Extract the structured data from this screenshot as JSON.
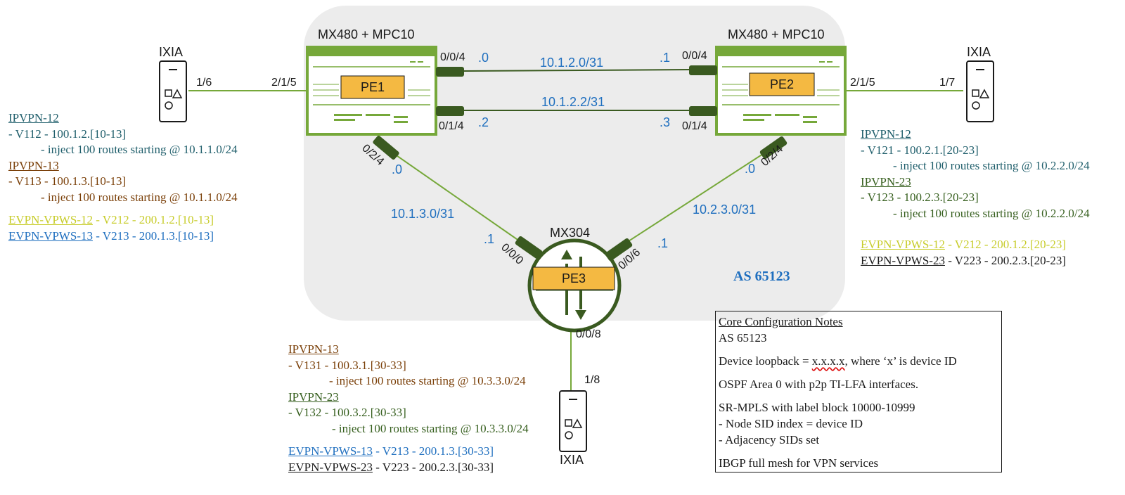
{
  "core": {
    "as_label": "AS 65123",
    "pe1_platform": "MX480 + MPC10",
    "pe2_platform": "MX480 + MPC10",
    "pe3_platform": "MX304",
    "pe1": "PE1",
    "pe2": "PE2",
    "pe3": "PE3"
  },
  "ixia": {
    "left": {
      "label": "IXIA",
      "port": "1/6",
      "pe_port": "2/1/5"
    },
    "right": {
      "label": "IXIA",
      "port": "1/7",
      "pe_port": "2/1/5"
    },
    "bottom": {
      "label": "IXIA",
      "port": "1/8",
      "pe_port": "0/0/8"
    }
  },
  "links": {
    "l1": {
      "subnet": "10.1.2.0/31",
      "a_port": "0/0/4",
      "a_ip": ".0",
      "b_port": "0/0/4",
      "b_ip": ".1"
    },
    "l2": {
      "subnet": "10.1.2.2/31",
      "a_port": "0/1/4",
      "a_ip": ".2",
      "b_port": "0/1/4",
      "b_ip": ".3"
    },
    "l3": {
      "subnet": "10.1.3.0/31",
      "a_port": "0/2/4",
      "a_ip": ".0",
      "b_port": "0/0/0",
      "b_ip": ".1"
    },
    "l4": {
      "subnet": "10.2.3.0/31",
      "a_port": "0/2/4",
      "a_ip": ".0",
      "b_port": "0/0/6",
      "b_ip": ".1"
    }
  },
  "services_pe1": {
    "ipvpn12_title": "IPVPN-12",
    "ipvpn12_vlan": "- V112 - 100.1.2.[10-13]",
    "ipvpn12_inject": "- inject 100 routes starting @ 10.1.1.0/24",
    "ipvpn13_title": "IPVPN-13",
    "ipvpn13_vlan": "- V113 - 100.1.3.[10-13]",
    "ipvpn13_inject": "- inject 100 routes starting @ 10.1.1.0/24",
    "vpws12_title": "EVPN-VPWS-12",
    "vpws12_rest": " - V212 - 200.1.2.[10-13]",
    "vpws13_title": "EVPN-VPWS-13",
    "vpws13_rest": " - V213 - 200.1.3.[10-13]"
  },
  "services_pe2": {
    "ipvpn12_title": "IPVPN-12",
    "ipvpn12_vlan": "- V121 - 100.2.1.[20-23]",
    "ipvpn12_inject": "- inject 100 routes starting @ 10.2.2.0/24",
    "ipvpn23_title": "IPVPN-23",
    "ipvpn23_vlan": "- V123 - 100.2.3.[20-23]",
    "ipvpn23_inject": "- inject 100 routes starting @ 10.2.2.0/24",
    "vpws12_title": "EVPN-VPWS-12",
    "vpws12_rest": " - V212 - 200.1.2.[20-23]",
    "vpws23_title": "EVPN-VPWS-23",
    "vpws23_rest": " - V223 - 200.2.3.[20-23]"
  },
  "services_pe3": {
    "ipvpn13_title": "IPVPN-13",
    "ipvpn13_vlan": "- V131 - 100.3.1.[30-33]",
    "ipvpn13_inject": "- inject 100 routes starting @ 10.3.3.0/24",
    "ipvpn23_title": "IPVPN-23",
    "ipvpn23_vlan": "- V132 - 100.3.2.[30-33]",
    "ipvpn23_inject": "- inject 100 routes starting @ 10.3.3.0/24",
    "vpws13_title": "EVPN-VPWS-13",
    "vpws13_rest": " - V213 - 200.1.3.[30-33]",
    "vpws23_title": "EVPN-VPWS-23",
    "vpws23_rest": " - V223 - 200.2.3.[30-33]"
  },
  "notes": {
    "title": "Core Configuration Notes",
    "as": "AS 65123",
    "loopback_pre": "Device loopback = ",
    "loopback_val": "x.x.x.x",
    "loopback_post": ", where ‘x’ is device ID",
    "ospf": "OSPF Area 0 with p2p TI-LFA interfaces.",
    "sr": "SR-MPLS with label block 10000-10999",
    "node_sid": "- Node SID index = device ID",
    "adj_sid": "- Adjacency SIDs set",
    "ibgp": "IBGP full mesh for VPN services"
  },
  "colors": {
    "router_green": "#76a83a",
    "dark_green": "#3a5a20",
    "pe_label_fill": "#f4b942",
    "link_blue": "#1f6fbf",
    "core_bg": "#ececec"
  }
}
